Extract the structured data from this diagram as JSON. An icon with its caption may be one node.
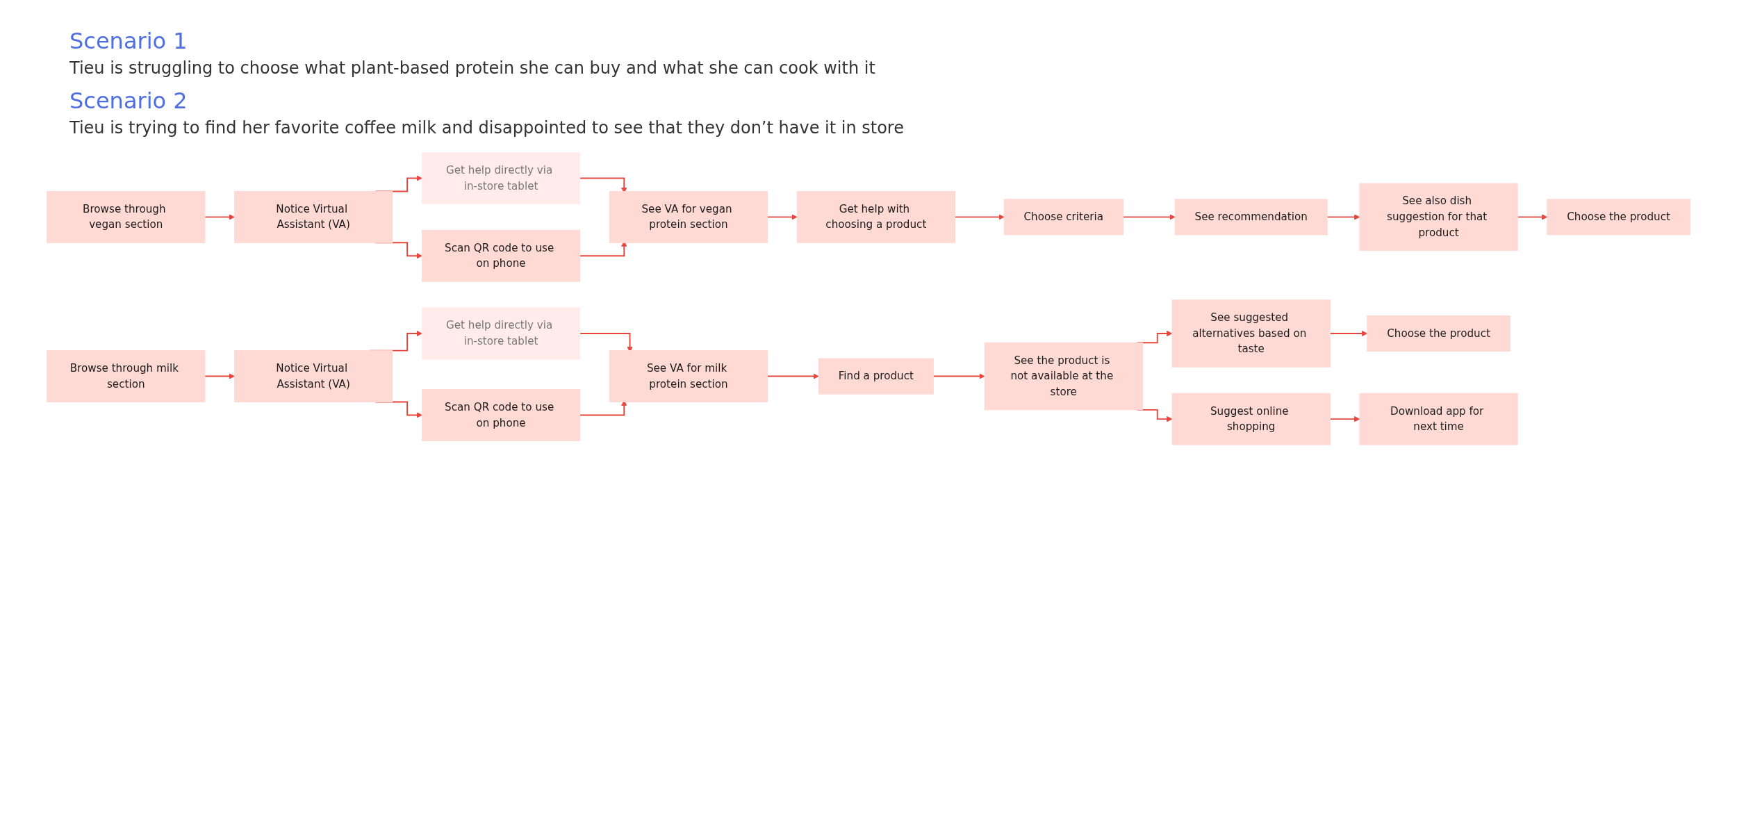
{
  "diagram": {
    "nodes": [
      {
        "text": [
          "Browse through vegan section"
        ]
      },
      {
        "text": [
          "Notice Virtual Assistant (VA)"
        ]
      },
      {
        "text": [
          "Get help directly via in-store tablet"
        ]
      },
      {
        "text": [
          "Scan QR code to use on phone"
        ]
      },
      {
        "text": [
          "See VA for vegan protein section"
        ]
      },
      {
        "text": [
          "Get help with choosing a product"
        ]
      },
      {
        "text": [
          "Choose criteria"
        ]
      },
      {
        "text": [
          "See recommendation"
        ]
      },
      {
        "text": [
          "See also dish suggestion for that product"
        ]
      },
      {
        "text": [
          "Choose the product"
        ]
      },
      {
        "text": [
          "Browse through milk section"
        ]
      },
      {
        "text": [
          "Notice Virtual Assistant (VA)"
        ]
      },
      {
        "text": [
          "Get help directly via in-store tablet"
        ]
      },
      {
        "text": [
          "Scan QR code to use on phone"
        ]
      },
      {
        "text": [
          "See VA for milk protein section"
        ]
      },
      {
        "text": [
          "Find a product"
        ]
      },
      {
        "text": [
          "See the product is not available at the store"
        ]
      },
      {
        "text": [
          "See suggested alternatives based on taste"
        ]
      },
      {
        "text": [
          "Suggest online shopping"
        ]
      },
      {
        "text": [
          "Choose the product"
        ]
      },
      {
        "text": [
          "Download app for next time"
        ]
      }
    ],
    "edges": [
      {
        "from": 0,
        "to": 1,
        "arrow": "to"
      },
      {
        "from": 1,
        "to": 2,
        "arrow": "to"
      },
      {
        "from": 1,
        "to": 3,
        "arrow": "to"
      },
      {
        "from": 2,
        "to": 4,
        "arrow": "to"
      },
      {
        "from": 3,
        "to": 4,
        "arrow": "to"
      },
      {
        "from": 4,
        "to": 5,
        "arrow": "to"
      },
      {
        "from": 5,
        "to": 6,
        "arrow": "to"
      },
      {
        "from": 6,
        "to": 7,
        "arrow": "to"
      },
      {
        "from": 7,
        "to": 8,
        "arrow": "to"
      },
      {
        "from": 8,
        "to": 9,
        "arrow": "to"
      },
      {
        "from": 10,
        "to": 11,
        "arrow": "to"
      },
      {
        "from": 11,
        "to": 12,
        "arrow": "to"
      },
      {
        "from": 11,
        "to": 13,
        "arrow": "to"
      },
      {
        "from": 12,
        "to": 14,
        "arrow": "to"
      },
      {
        "from": 13,
        "to": 14,
        "arrow": "to"
      },
      {
        "from": 14,
        "to": 15,
        "arrow": "to"
      },
      {
        "from": 15,
        "to": 16,
        "arrow": "to"
      },
      {
        "from": 16,
        "to": 17,
        "arrow": "to"
      },
      {
        "from": 16,
        "to": 18,
        "arrow": "to"
      },
      {
        "from": 17,
        "to": 19,
        "arrow": "to"
      },
      {
        "from": 18,
        "to": 20,
        "arrow": "to"
      }
    ],
    "labels": [
      "Scenario 1",
      "Tieu is struggling to choose what plant-based protein she can buy and what she can cook with it",
      "Scenario 2",
      "Tieu is trying to find her favorite coffee milk and disappointed to see that they don’t have it in store"
    ]
  }
}
